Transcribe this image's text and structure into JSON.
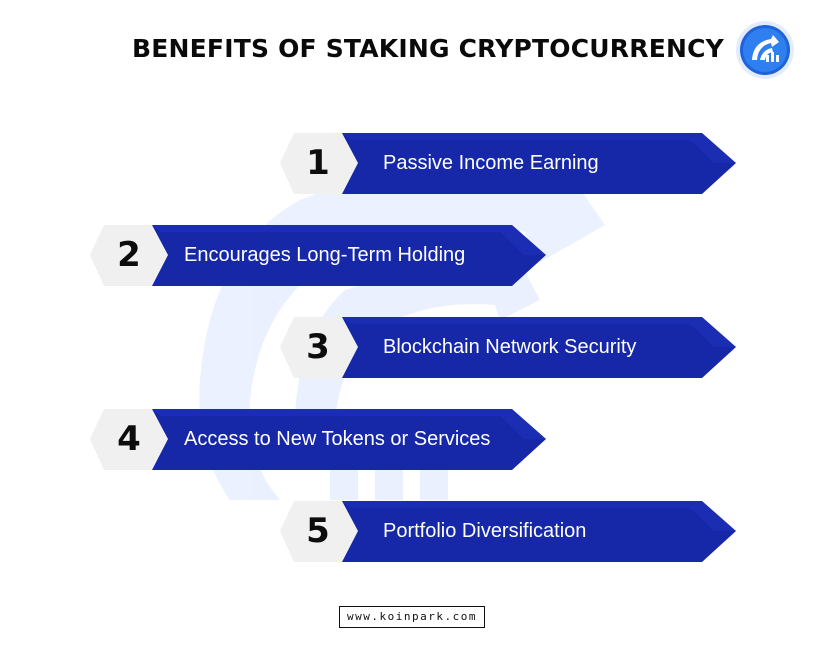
{
  "title": "BENEFITS OF STAKING CRYPTOCURRENCY",
  "brand": {
    "logo_icon": "koinpark-logo-icon",
    "website": "www.koinpark.com",
    "accent_color": "#1627a8",
    "tab_color": "#f0f0f0"
  },
  "benefits": [
    {
      "number": "1",
      "label": "Passive Income Earning"
    },
    {
      "number": "2",
      "label": "Encourages Long-Term Holding"
    },
    {
      "number": "3",
      "label": "Blockchain Network Security"
    },
    {
      "number": "4",
      "label": "Access to New Tokens or Services"
    },
    {
      "number": "5",
      "label": "Portfolio Diversification"
    }
  ]
}
